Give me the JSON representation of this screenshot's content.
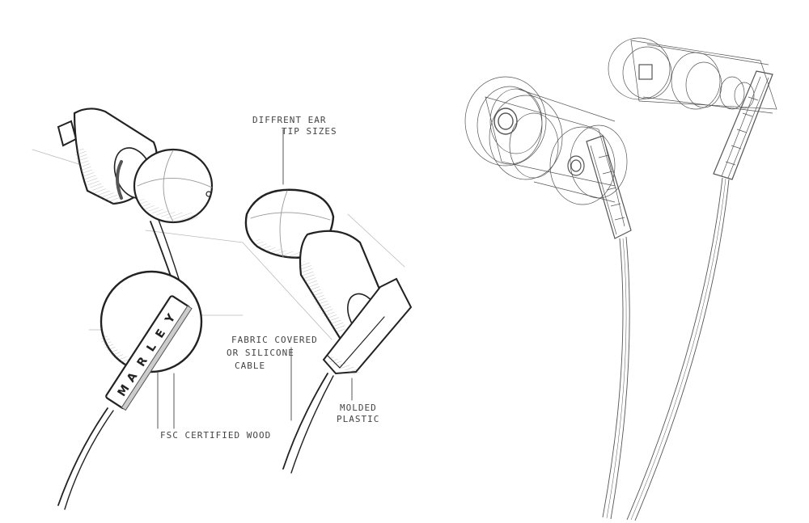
{
  "annotations": {
    "ear_tip_line1": "DIFFRENT EAR",
    "ear_tip_line2": "TIP SIZES",
    "cable_line1": "FABRIC COVERED",
    "cable_line2": "OR SILICONE",
    "cable_line3": "CABLE",
    "wood": "FSC CERTIFIED WOOD",
    "molded_line1": "MOLDED",
    "molded_line2": "PLASTIC"
  },
  "brand_letters": [
    "M",
    "A",
    "R",
    "L",
    "E",
    "Y"
  ]
}
